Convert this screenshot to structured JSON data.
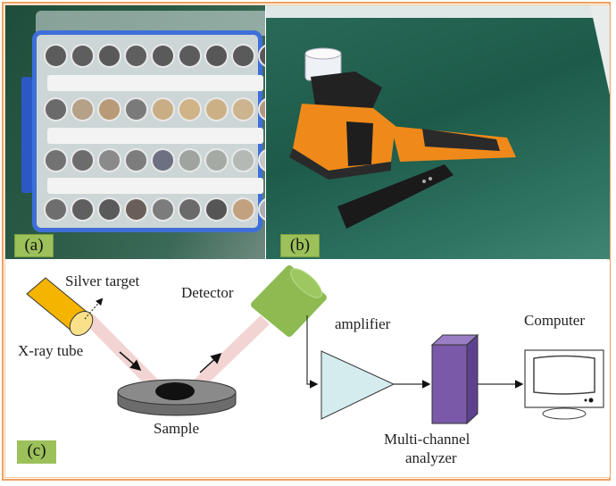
{
  "panels": {
    "a": {
      "label": "(a)",
      "description": "Plastic box with sample vials in four rows"
    },
    "b": {
      "label": "(b)",
      "description": "Handheld XRF analyzer with sample cup and wrist strap"
    },
    "c": {
      "label": "(c)",
      "description": "Schematic of XRF measurement system"
    }
  },
  "diagram": {
    "labels": {
      "silver_target": "Silver target",
      "xray_tube": "X-ray tube",
      "detector": "Detector",
      "sample": "Sample",
      "amplifier": "amplifier",
      "mca_line1": "Multi-channel",
      "mca_line2": "analyzer",
      "computer": "Computer"
    },
    "colors": {
      "xray_tube": "#f5b400",
      "tube_face": "#fbe08a",
      "detector": "#8dbb52",
      "beam": "#f2d5d3",
      "sample_disk": "#8a8a8a",
      "amplifier": "#d5ecef",
      "mca": "#7a5aa8",
      "frame": "#f0a060",
      "label_bg": "#9cc05a"
    }
  }
}
